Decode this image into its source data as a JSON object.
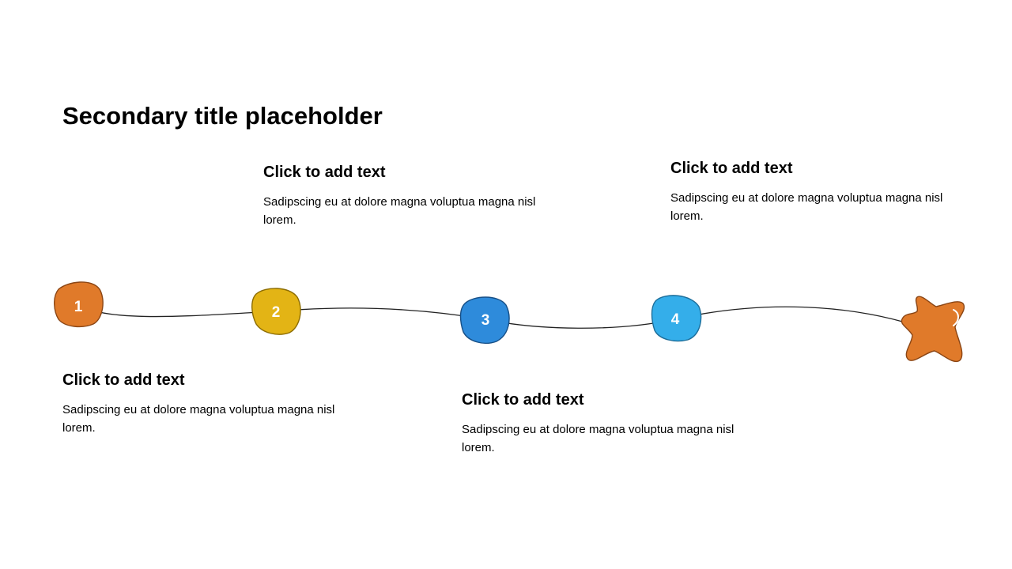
{
  "title": "Secondary title placeholder",
  "steps": [
    {
      "number": "1",
      "heading": "Click to add text",
      "body": "Sadipscing eu at dolore magna voluptua magna nisl lorem.",
      "color": "#E07A2A",
      "outline": "#8A4514"
    },
    {
      "number": "2",
      "heading": "Click to add text",
      "body": "Sadipscing eu at dolore magna voluptua magna nisl lorem.",
      "color": "#E3B415",
      "outline": "#8C6C00"
    },
    {
      "number": "3",
      "heading": "Click to add text",
      "body": "Sadipscing eu at dolore magna voluptua magna nisl lorem.",
      "color": "#2E8BDB",
      "outline": "#174F86"
    },
    {
      "number": "4",
      "heading": "Click to add text",
      "body": "Sadipscing eu at dolore magna voluptua magna nisl lorem.",
      "color": "#34AEEA",
      "outline": "#1D6E9A"
    }
  ],
  "end_marker": {
    "icon": "star-icon",
    "color": "#E07A2A",
    "outline": "#8A4514"
  },
  "line_color": "#222222"
}
